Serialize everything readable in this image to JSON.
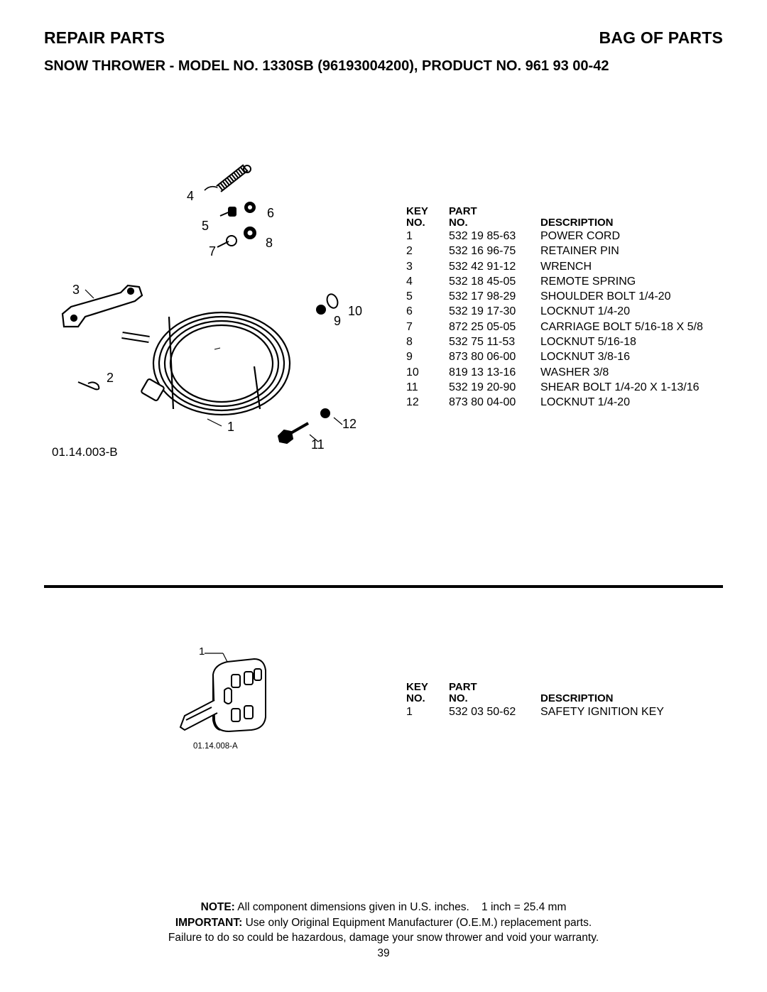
{
  "header": {
    "left": "REPAIR PARTS",
    "right": "BAG OF PARTS",
    "subtitle": "SNOW THROWER - MODEL NO. 1330SB (96193004200), PRODUCT NO. 961 93 00-42"
  },
  "figure1": {
    "id": "01.14.003-B",
    "callouts": [
      "1",
      "2",
      "3",
      "4",
      "5",
      "6",
      "7",
      "8",
      "9",
      "10",
      "11",
      "12"
    ]
  },
  "table1": {
    "col_key_line1": "KEY",
    "col_key_line2": "NO.",
    "col_part_line1": "PART",
    "col_part_line2": "NO.",
    "col_desc": "DESCRIPTION",
    "rows": [
      {
        "key": "1",
        "part": "532 19 85-63",
        "desc": "POWER CORD"
      },
      {
        "key": "2",
        "part": "532 16 96-75",
        "desc": "RETAINER PIN"
      },
      {
        "key": "3",
        "part": "532 42 91-12",
        "desc": "WRENCH"
      },
      {
        "key": "4",
        "part": "532 18 45-05",
        "desc": "REMOTE SPRING"
      },
      {
        "key": "5",
        "part": "532 17 98-29",
        "desc": "SHOULDER BOLT 1/4-20"
      },
      {
        "key": "6",
        "part": "532 19 17-30",
        "desc": "LOCKNUT 1/4-20"
      },
      {
        "key": "7",
        "part": "872 25 05-05",
        "desc": "CARRIAGE BOLT 5/16-18 X 5/8"
      },
      {
        "key": "8",
        "part": "532 75 11-53",
        "desc": "LOCKNUT 5/16-18"
      },
      {
        "key": "9",
        "part": "873 80 06-00",
        "desc": "LOCKNUT 3/8-16"
      },
      {
        "key": "10",
        "part": "819 13 13-16",
        "desc": "WASHER 3/8"
      },
      {
        "key": "11",
        "part": "532 19 20-90",
        "desc": "SHEAR BOLT 1/4-20 X 1-13/16"
      },
      {
        "key": "12",
        "part": "873 80 04-00",
        "desc": "LOCKNUT 1/4-20"
      }
    ]
  },
  "figure2": {
    "id": "01.14.008-A",
    "callouts": [
      "1"
    ]
  },
  "table2": {
    "col_key_line1": "KEY",
    "col_key_line2": "NO.",
    "col_part_line1": "PART",
    "col_part_line2": "NO.",
    "col_desc": "DESCRIPTION",
    "rows": [
      {
        "key": "1",
        "part": "532 03 50-62",
        "desc": "SAFETY IGNITION KEY"
      }
    ]
  },
  "footer": {
    "note_label": "NOTE:",
    "note_text": "All component dimensions given in U.S. inches.    1 inch = 25.4 mm",
    "important_label": "IMPORTANT:",
    "important_text": "Use only Original Equipment Manufacturer (O.E.M.) replacement parts.",
    "warning_text": "Failure to do so could be hazardous, damage your snow thrower and void your warranty.",
    "page_number": "39"
  }
}
